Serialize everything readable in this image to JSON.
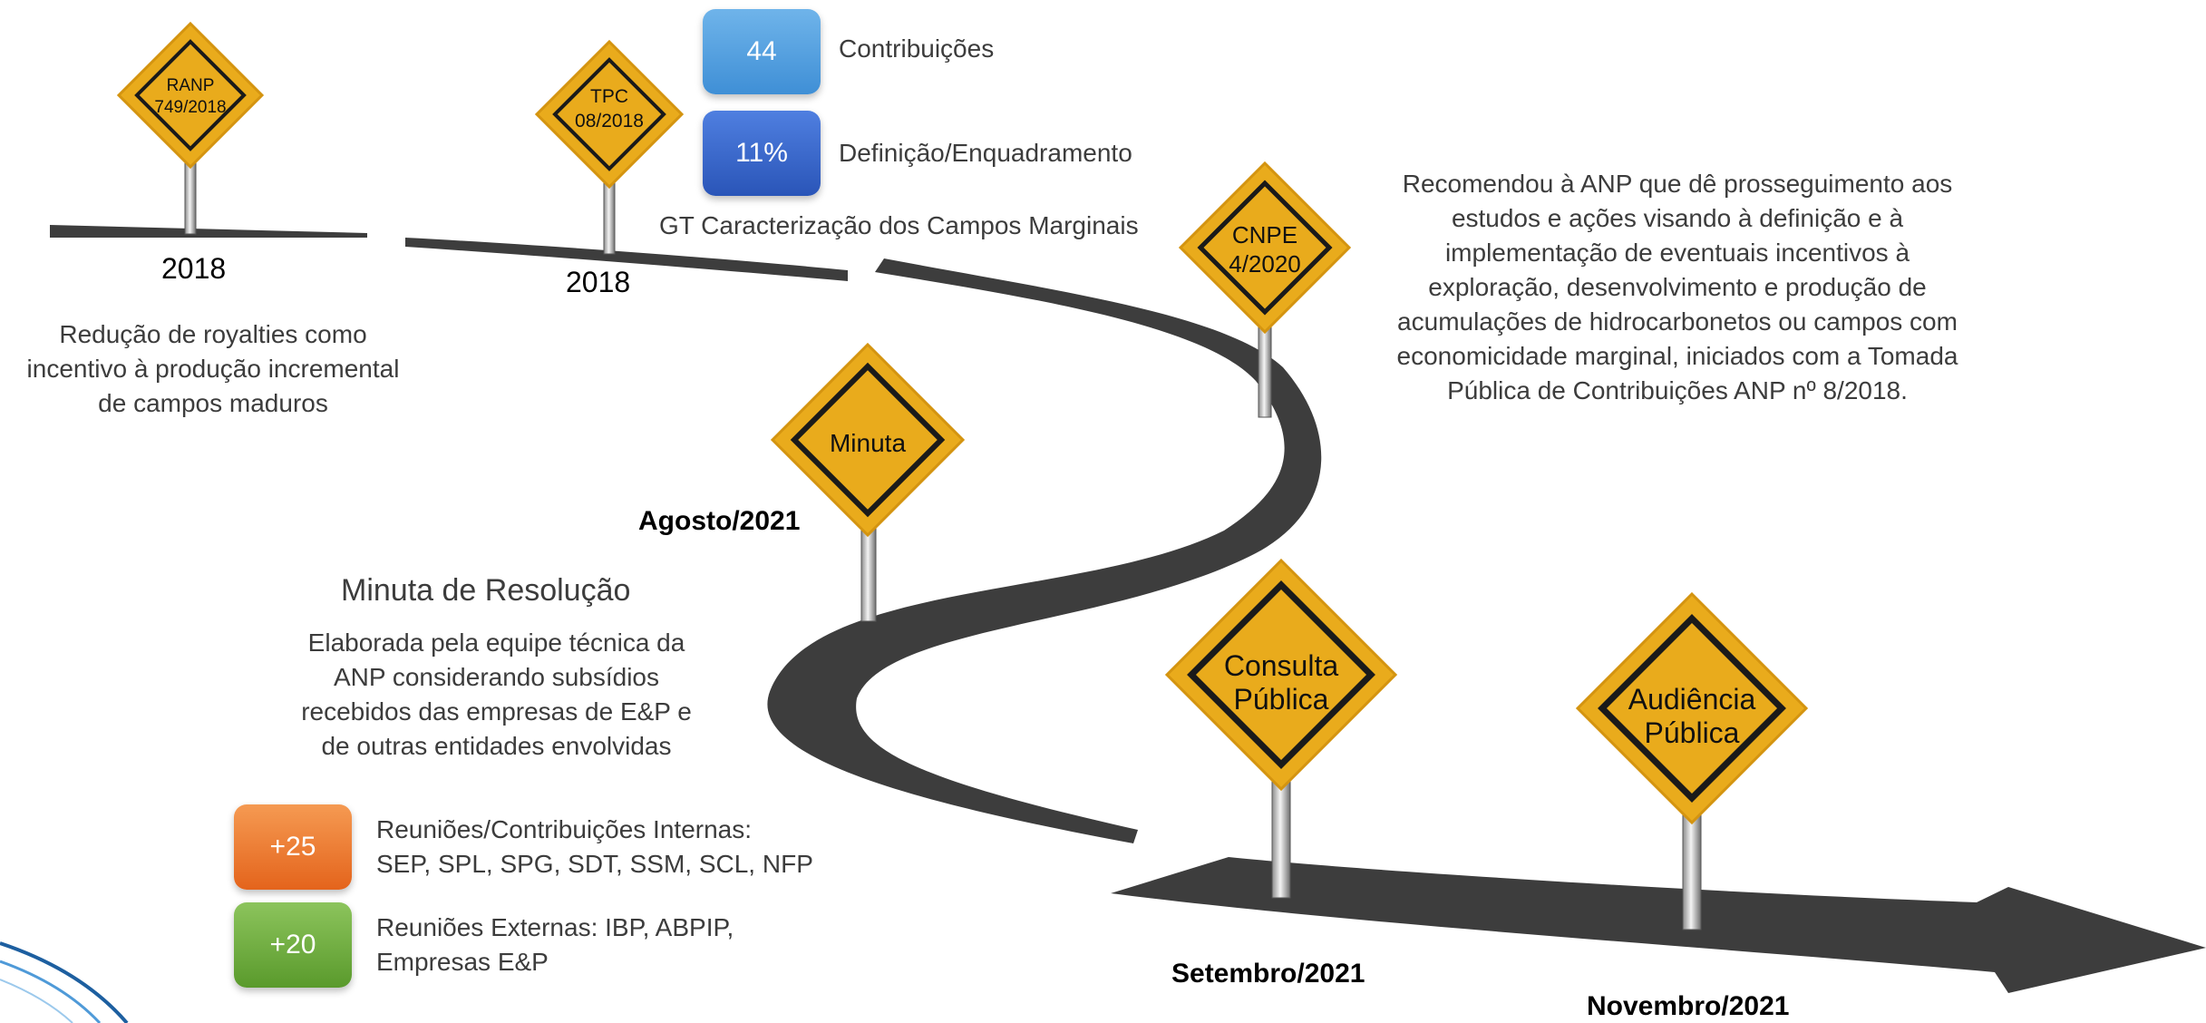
{
  "signs": {
    "ranp": [
      "RANP",
      "749/2018"
    ],
    "tpc": [
      "TPC",
      "08/2018"
    ],
    "cnpe": [
      "CNPE",
      "4/2020"
    ],
    "minuta": [
      "Minuta"
    ],
    "consulta": [
      "Consulta",
      "Pública"
    ],
    "audiencia": [
      "Audiência",
      "Pública"
    ]
  },
  "years": {
    "first": "2018",
    "second": "2018"
  },
  "royalties_text": [
    "Redução de royalties como",
    "incentivo à produção incremental",
    "de campos maduros"
  ],
  "gt": {
    "badge1_value": "44",
    "badge1_label": "Contribuições",
    "badge2_value": "11%",
    "badge2_label": "Definição/Enquadramento",
    "title": "GT Caracterização dos Campos Marginais"
  },
  "cnpe_text": [
    "Recomendou à ANP que dê prosseguimento aos",
    "estudos e ações visando à definição e à",
    "implementação de eventuais incentivos à",
    "exploração, desenvolvimento e produção de",
    "acumulações de hidrocarbonetos ou campos com",
    "economicidade marginal, iniciados com a Tomada",
    "Pública de Contribuições ANP nº 8/2018."
  ],
  "dates": {
    "agosto": "Agosto/2021",
    "setembro": "Setembro/2021",
    "novembro": "Novembro/2021"
  },
  "minuta_section": {
    "title": "Minuta de Resolução",
    "text": [
      "Elaborada pela equipe técnica da",
      "ANP considerando subsídios",
      "recebidos das empresas de E&P e",
      "de outras entidades envolvidas"
    ]
  },
  "meetings": {
    "internal_value": "+25",
    "internal_label": [
      "Reuniões/Contribuições Internas:",
      "SEP, SPL, SPG, SDT, SSM, SCL, NFP"
    ],
    "external_value": "+20",
    "external_label": [
      "Reuniões Externas: IBP, ABPIP,",
      "Empresas E&P"
    ]
  },
  "colors": {
    "sign": "#e9ab1c",
    "road": "#3d3d3d",
    "badge_blue_light": "#4a9be0",
    "badge_blue_dark": "#2f5fc8",
    "badge_orange": "#ec7a2e",
    "badge_green": "#6eae3f"
  }
}
